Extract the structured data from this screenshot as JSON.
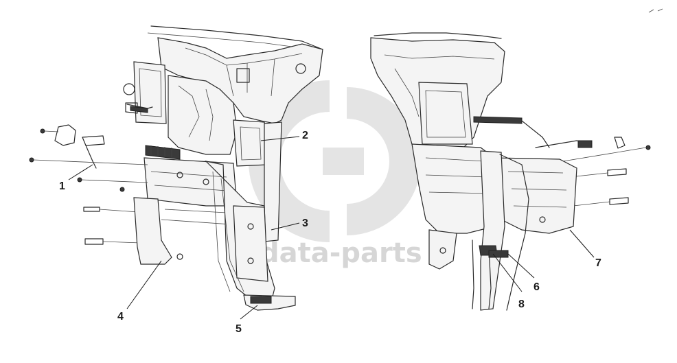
{
  "watermark": {
    "text": "data-parts"
  },
  "callouts": [
    {
      "id": "1",
      "label": "1"
    },
    {
      "id": "2",
      "label": "2"
    },
    {
      "id": "3",
      "label": "3"
    },
    {
      "id": "4",
      "label": "4"
    },
    {
      "id": "5",
      "label": "5"
    },
    {
      "id": "6",
      "label": "6"
    },
    {
      "id": "7",
      "label": "7"
    },
    {
      "id": "8",
      "label": "8"
    }
  ]
}
